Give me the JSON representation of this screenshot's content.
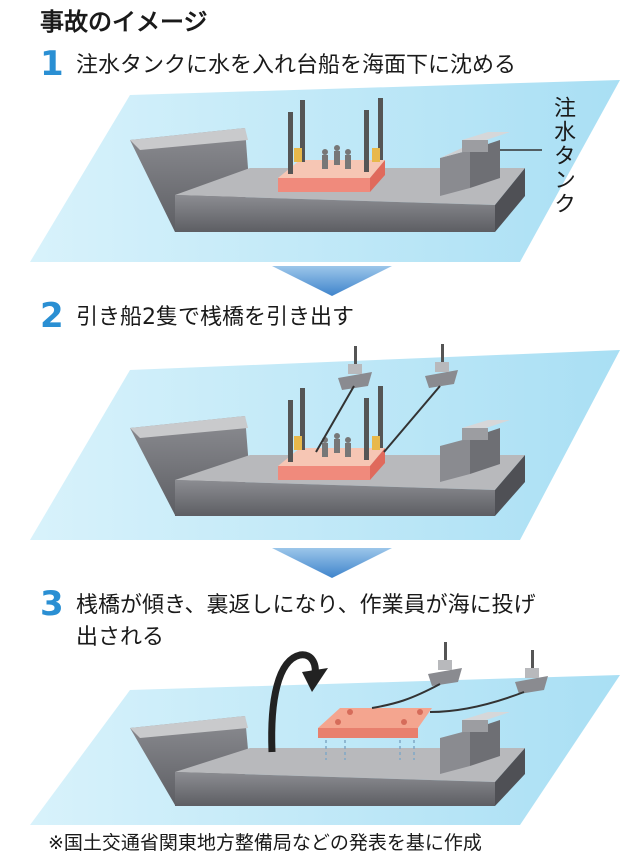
{
  "title": "事故のイメージ",
  "steps": [
    {
      "number": "1",
      "text": "注水タンクに水を入れ台船を海面下に沈める"
    },
    {
      "number": "2",
      "text": "引き船2隻で桟橋を引き出す"
    },
    {
      "number": "3",
      "line1": "桟橋が傾き、裏返しになり、作業員が海に投げ",
      "line2": "出される"
    }
  ],
  "tank_label": "注水タンク",
  "footnote": "※国土交通省関東地方整備局などの発表を基に作成",
  "colors": {
    "sea": "#bfe8f7",
    "hull_side": "#6f7075",
    "hull_top": "#b4b5b8",
    "pier": "#f08a7c",
    "pier_top": "#f6c6b4",
    "arrow": "#4e8fd0",
    "step_number": "#2a8fd3"
  }
}
